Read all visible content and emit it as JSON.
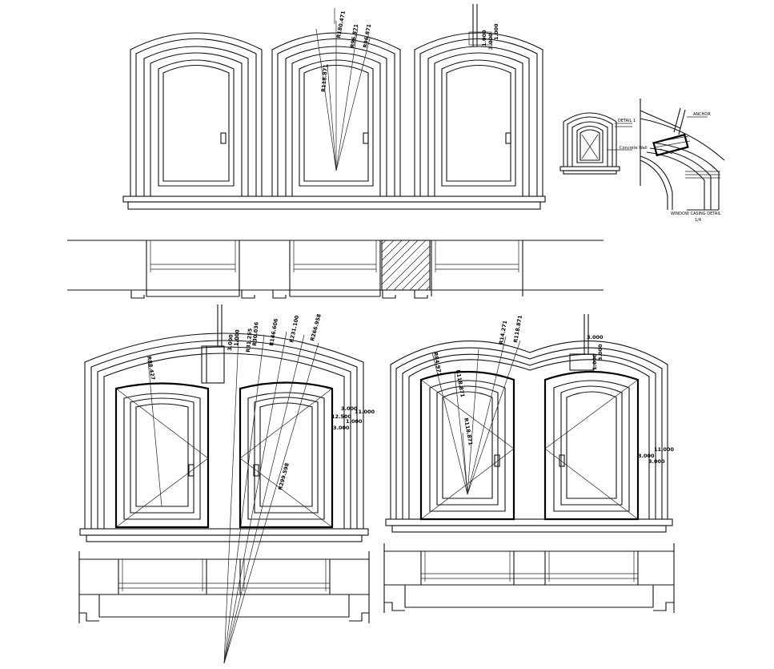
{
  "drawing": {
    "detail_label": "DETAIL 1",
    "concrete_wall_label": "Concrete Wall",
    "callout_label": "ANCHOR",
    "section_caption": "WINDOW CASING DETAIL",
    "section_scale": "1/4",
    "dims_top": {
      "d1": "R180.471",
      "d2": "R96.871",
      "d3": "R96.871",
      "d4": "R118.871",
      "d5": "1.000",
      "d6": "3.000",
      "d7": "1.000"
    },
    "dims_left": {
      "d1": "R88.427",
      "d2": "3.000",
      "d3": "1.000",
      "d4": "R31.255",
      "d5": "R30.036",
      "d6": "R146.606",
      "d7": "R231.100",
      "d8": "R266.958",
      "d9": "R299.598",
      "d10": "3.000",
      "d11": "11.000",
      "d12": "12.500",
      "d13": "1.000",
      "d14": "3.000"
    },
    "dims_right": {
      "d1": "R84.971",
      "d2": "R118.871",
      "d3": "R14.271",
      "d4": "R118.871",
      "d5": "R118.871",
      "d6": "1.000",
      "d7": "3.000",
      "d8": "3.000",
      "d9": "11.000",
      "d10": "3.000",
      "d11": "3.000"
    }
  }
}
